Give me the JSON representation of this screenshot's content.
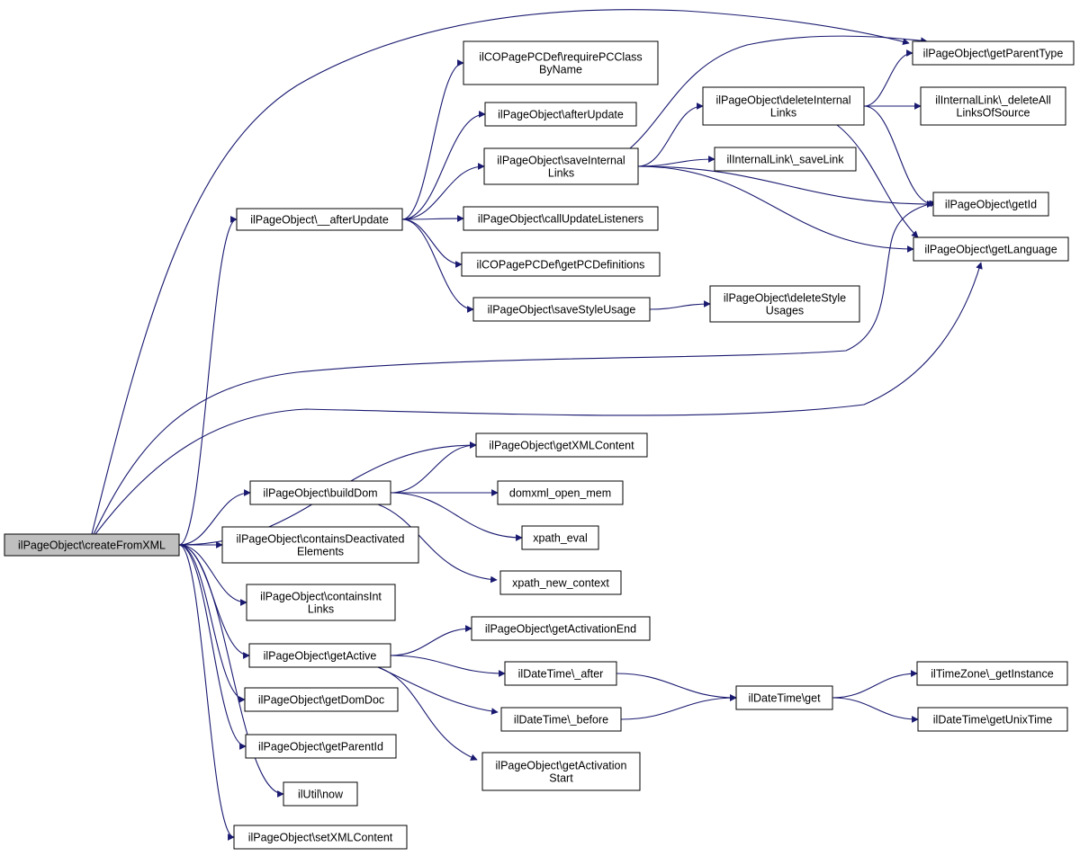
{
  "graph": {
    "nodes": [
      {
        "id": "root",
        "lines": [
          "ilPageObject\\createFromXML"
        ],
        "highlight": true
      },
      {
        "id": "afterUpdate",
        "lines": [
          "ilPageObject\\__afterUpdate"
        ]
      },
      {
        "id": "requirePC",
        "lines": [
          "ilCOPagePCDef\\requirePCClass",
          "ByName"
        ]
      },
      {
        "id": "afterUpdatePub",
        "lines": [
          "ilPageObject\\afterUpdate"
        ]
      },
      {
        "id": "saveInternal",
        "lines": [
          "ilPageObject\\saveInternal",
          "Links"
        ]
      },
      {
        "id": "callUpdate",
        "lines": [
          "ilPageObject\\callUpdateListeners"
        ]
      },
      {
        "id": "getPCDefs",
        "lines": [
          "ilCOPagePCDef\\getPCDefinitions"
        ]
      },
      {
        "id": "saveStyle",
        "lines": [
          "ilPageObject\\saveStyleUsage"
        ]
      },
      {
        "id": "deleteInternal",
        "lines": [
          "ilPageObject\\deleteInternal",
          "Links"
        ]
      },
      {
        "id": "ilSaveLink",
        "lines": [
          "ilInternalLink\\_saveLink"
        ]
      },
      {
        "id": "deleteStyle",
        "lines": [
          "ilPageObject\\deleteStyle",
          "Usages"
        ]
      },
      {
        "id": "getParentType",
        "lines": [
          "ilPageObject\\getParentType"
        ]
      },
      {
        "id": "deleteAllLinks",
        "lines": [
          "ilInternalLink\\_deleteAll",
          "LinksOfSource"
        ]
      },
      {
        "id": "getId",
        "lines": [
          "ilPageObject\\getId"
        ]
      },
      {
        "id": "getLanguage",
        "lines": [
          "ilPageObject\\getLanguage"
        ]
      },
      {
        "id": "getXMLContent",
        "lines": [
          "ilPageObject\\getXMLContent"
        ]
      },
      {
        "id": "buildDom",
        "lines": [
          "ilPageObject\\buildDom"
        ]
      },
      {
        "id": "domxmlOpen",
        "lines": [
          "domxml_open_mem"
        ]
      },
      {
        "id": "xpathEval",
        "lines": [
          "xpath_eval"
        ]
      },
      {
        "id": "xpathNew",
        "lines": [
          "xpath_new_context"
        ]
      },
      {
        "id": "containsDeact",
        "lines": [
          "ilPageObject\\containsDeactivated",
          "Elements"
        ]
      },
      {
        "id": "containsInt",
        "lines": [
          "ilPageObject\\containsInt",
          "Links"
        ]
      },
      {
        "id": "getActive",
        "lines": [
          "ilPageObject\\getActive"
        ]
      },
      {
        "id": "getActEnd",
        "lines": [
          "ilPageObject\\getActivationEnd"
        ]
      },
      {
        "id": "dtAfter",
        "lines": [
          "ilDateTime\\_after"
        ]
      },
      {
        "id": "dtBefore",
        "lines": [
          "ilDateTime\\_before"
        ]
      },
      {
        "id": "getActStart",
        "lines": [
          "ilPageObject\\getActivation",
          "Start"
        ]
      },
      {
        "id": "dtGet",
        "lines": [
          "ilDateTime\\get"
        ]
      },
      {
        "id": "tzGetInstance",
        "lines": [
          "ilTimeZone\\_getInstance"
        ]
      },
      {
        "id": "dtUnix",
        "lines": [
          "ilDateTime\\getUnixTime"
        ]
      },
      {
        "id": "getDomDoc",
        "lines": [
          "ilPageObject\\getDomDoc"
        ]
      },
      {
        "id": "getParentId",
        "lines": [
          "ilPageObject\\getParentId"
        ]
      },
      {
        "id": "utilNow",
        "lines": [
          "ilUtil\\now"
        ]
      },
      {
        "id": "setXML",
        "lines": [
          "ilPageObject\\setXMLContent"
        ]
      }
    ],
    "edges": [
      [
        "root",
        "getParentType"
      ],
      [
        "root",
        "afterUpdate"
      ],
      [
        "root",
        "getId"
      ],
      [
        "root",
        "getLanguage"
      ],
      [
        "root",
        "getXMLContent"
      ],
      [
        "root",
        "buildDom"
      ],
      [
        "root",
        "containsDeact"
      ],
      [
        "root",
        "containsInt"
      ],
      [
        "root",
        "getActive"
      ],
      [
        "root",
        "getDomDoc"
      ],
      [
        "root",
        "getParentId"
      ],
      [
        "root",
        "utilNow"
      ],
      [
        "root",
        "setXML"
      ],
      [
        "afterUpdate",
        "requirePC"
      ],
      [
        "afterUpdate",
        "afterUpdatePub"
      ],
      [
        "afterUpdate",
        "saveInternal"
      ],
      [
        "afterUpdate",
        "callUpdate"
      ],
      [
        "afterUpdate",
        "getPCDefs"
      ],
      [
        "afterUpdate",
        "saveStyle"
      ],
      [
        "saveInternal",
        "deleteInternal"
      ],
      [
        "saveInternal",
        "getParentType"
      ],
      [
        "saveInternal",
        "ilSaveLink"
      ],
      [
        "saveInternal",
        "getId"
      ],
      [
        "saveInternal",
        "getLanguage"
      ],
      [
        "deleteInternal",
        "getParentType"
      ],
      [
        "deleteInternal",
        "deleteAllLinks"
      ],
      [
        "deleteInternal",
        "getId"
      ],
      [
        "deleteInternal",
        "getLanguage"
      ],
      [
        "saveStyle",
        "deleteStyle"
      ],
      [
        "buildDom",
        "getXMLContent"
      ],
      [
        "buildDom",
        "domxmlOpen"
      ],
      [
        "buildDom",
        "xpathEval"
      ],
      [
        "buildDom",
        "xpathNew"
      ],
      [
        "getActive",
        "getActEnd"
      ],
      [
        "getActive",
        "dtAfter"
      ],
      [
        "getActive",
        "dtBefore"
      ],
      [
        "getActive",
        "getActStart"
      ],
      [
        "dtAfter",
        "dtGet"
      ],
      [
        "dtBefore",
        "dtGet"
      ],
      [
        "dtGet",
        "tzGetInstance"
      ],
      [
        "dtGet",
        "dtUnix"
      ]
    ]
  }
}
